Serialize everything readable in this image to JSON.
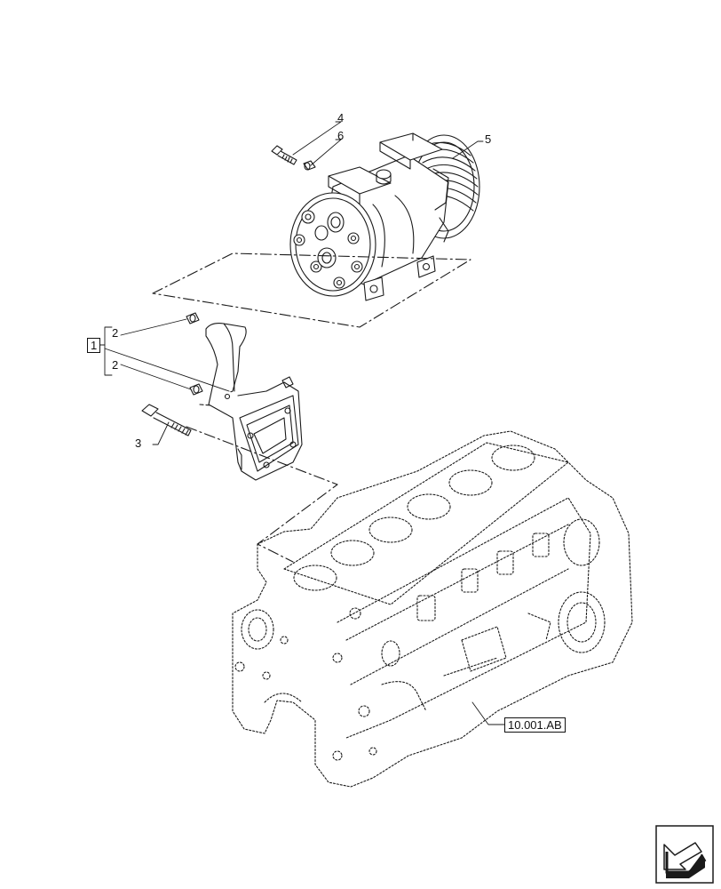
{
  "callouts": {
    "c1": "1",
    "c2a": "2",
    "c2b": "2",
    "c3": "3",
    "c4": "4",
    "c5": "5",
    "c6": "6"
  },
  "reference": "10.001.AB",
  "icons": {
    "nav": "next-page-arrow-icon"
  },
  "colors": {
    "line": "#1a1a1a",
    "background": "#ffffff"
  }
}
